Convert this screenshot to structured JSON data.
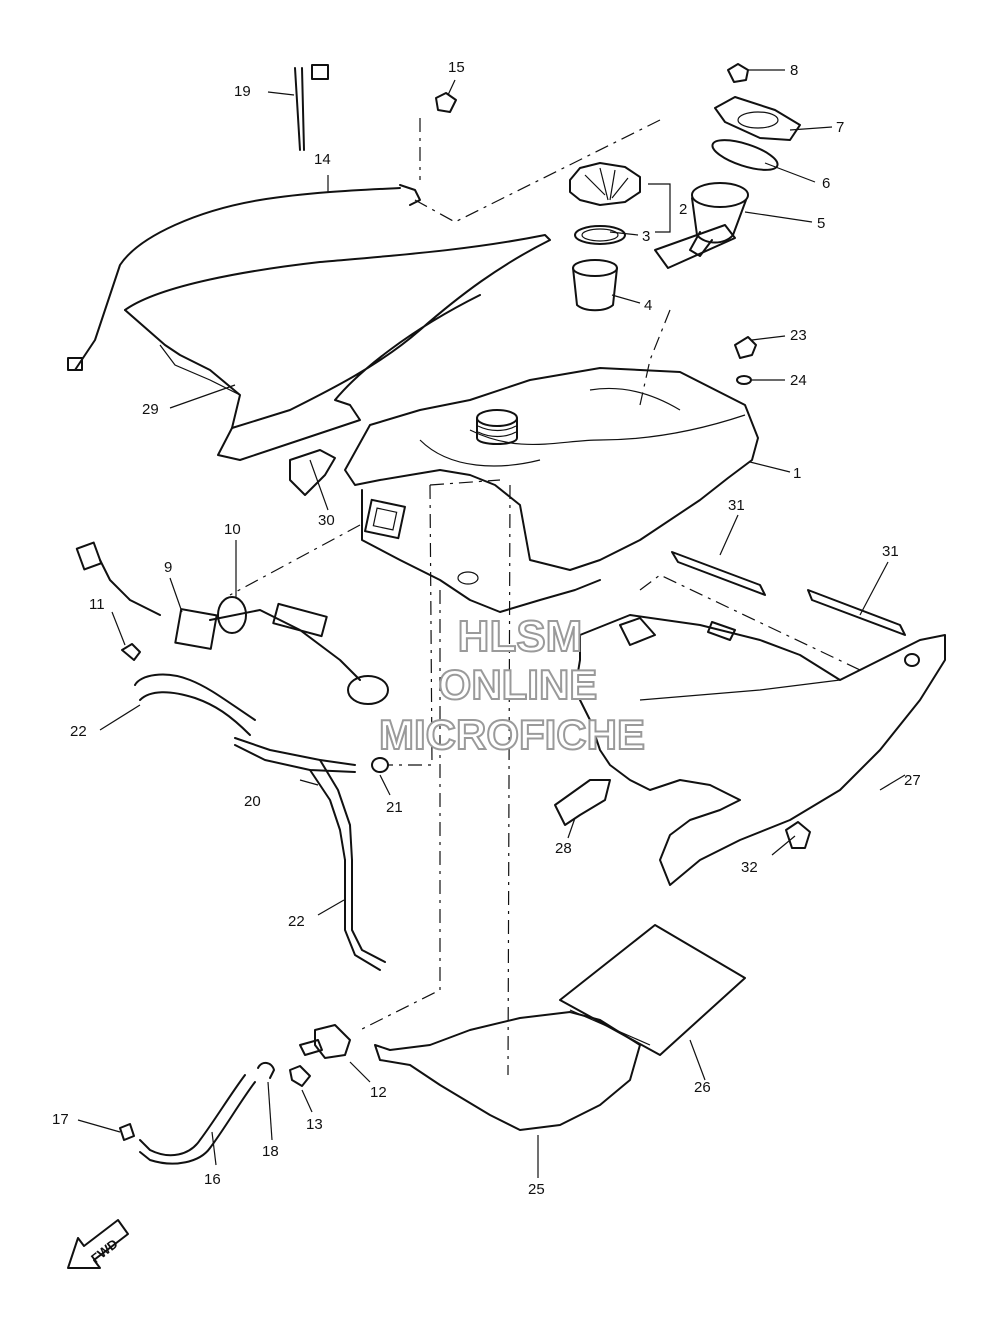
{
  "callouts": {
    "c1": "1",
    "c2": "2",
    "c3": "3",
    "c4": "4",
    "c5": "5",
    "c6": "6",
    "c7": "7",
    "c8": "8",
    "c9": "9",
    "c10": "10",
    "c11": "11",
    "c12": "12",
    "c13": "13",
    "c14": "14",
    "c15": "15",
    "c16": "16",
    "c17": "17",
    "c18": "18",
    "c19": "19",
    "c20": "20",
    "c21": "21",
    "c22a": "22",
    "c22b": "22",
    "c23": "23",
    "c24": "24",
    "c25": "25",
    "c26": "26",
    "c27": "27",
    "c28": "28",
    "c29": "29",
    "c30": "30",
    "c31a": "31",
    "c31b": "31",
    "c32": "32"
  },
  "watermark": {
    "line1": "HLSM",
    "line2": "ONLINE",
    "line3": "MICROFICHE"
  },
  "fwd_label": "FWD"
}
